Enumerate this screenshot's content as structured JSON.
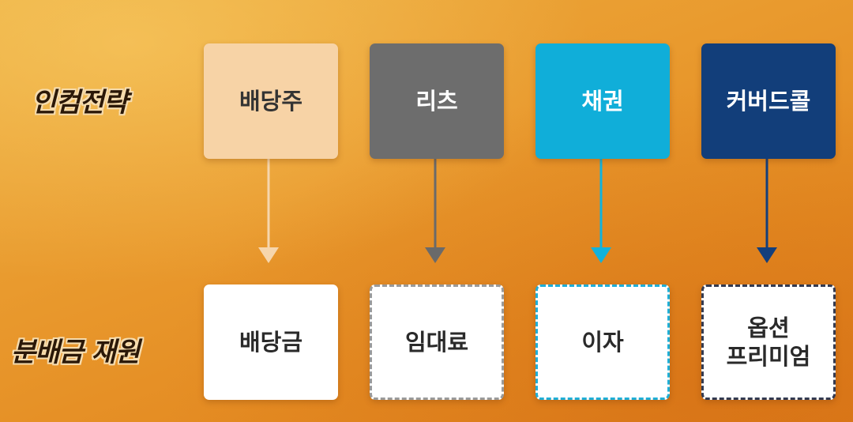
{
  "labels": {
    "top_row": "인컴전략",
    "bottom_row": "분배금 재원"
  },
  "strategies": [
    {
      "label": "배당주",
      "color": "#f7d3a6"
    },
    {
      "label": "리츠",
      "color": "#6d6d6d"
    },
    {
      "label": "채권",
      "color": "#10aed9"
    },
    {
      "label": "커버드콜",
      "color": "#123e7a"
    }
  ],
  "sources": [
    {
      "line1": "배당금"
    },
    {
      "line1": "임대료"
    },
    {
      "line1": "이자"
    },
    {
      "line1": "옵션",
      "line2": "프리미엄"
    }
  ],
  "arrow_colors": [
    "#f6d6ad",
    "#6a6a6a",
    "#12b2dc",
    "#133f7c"
  ]
}
